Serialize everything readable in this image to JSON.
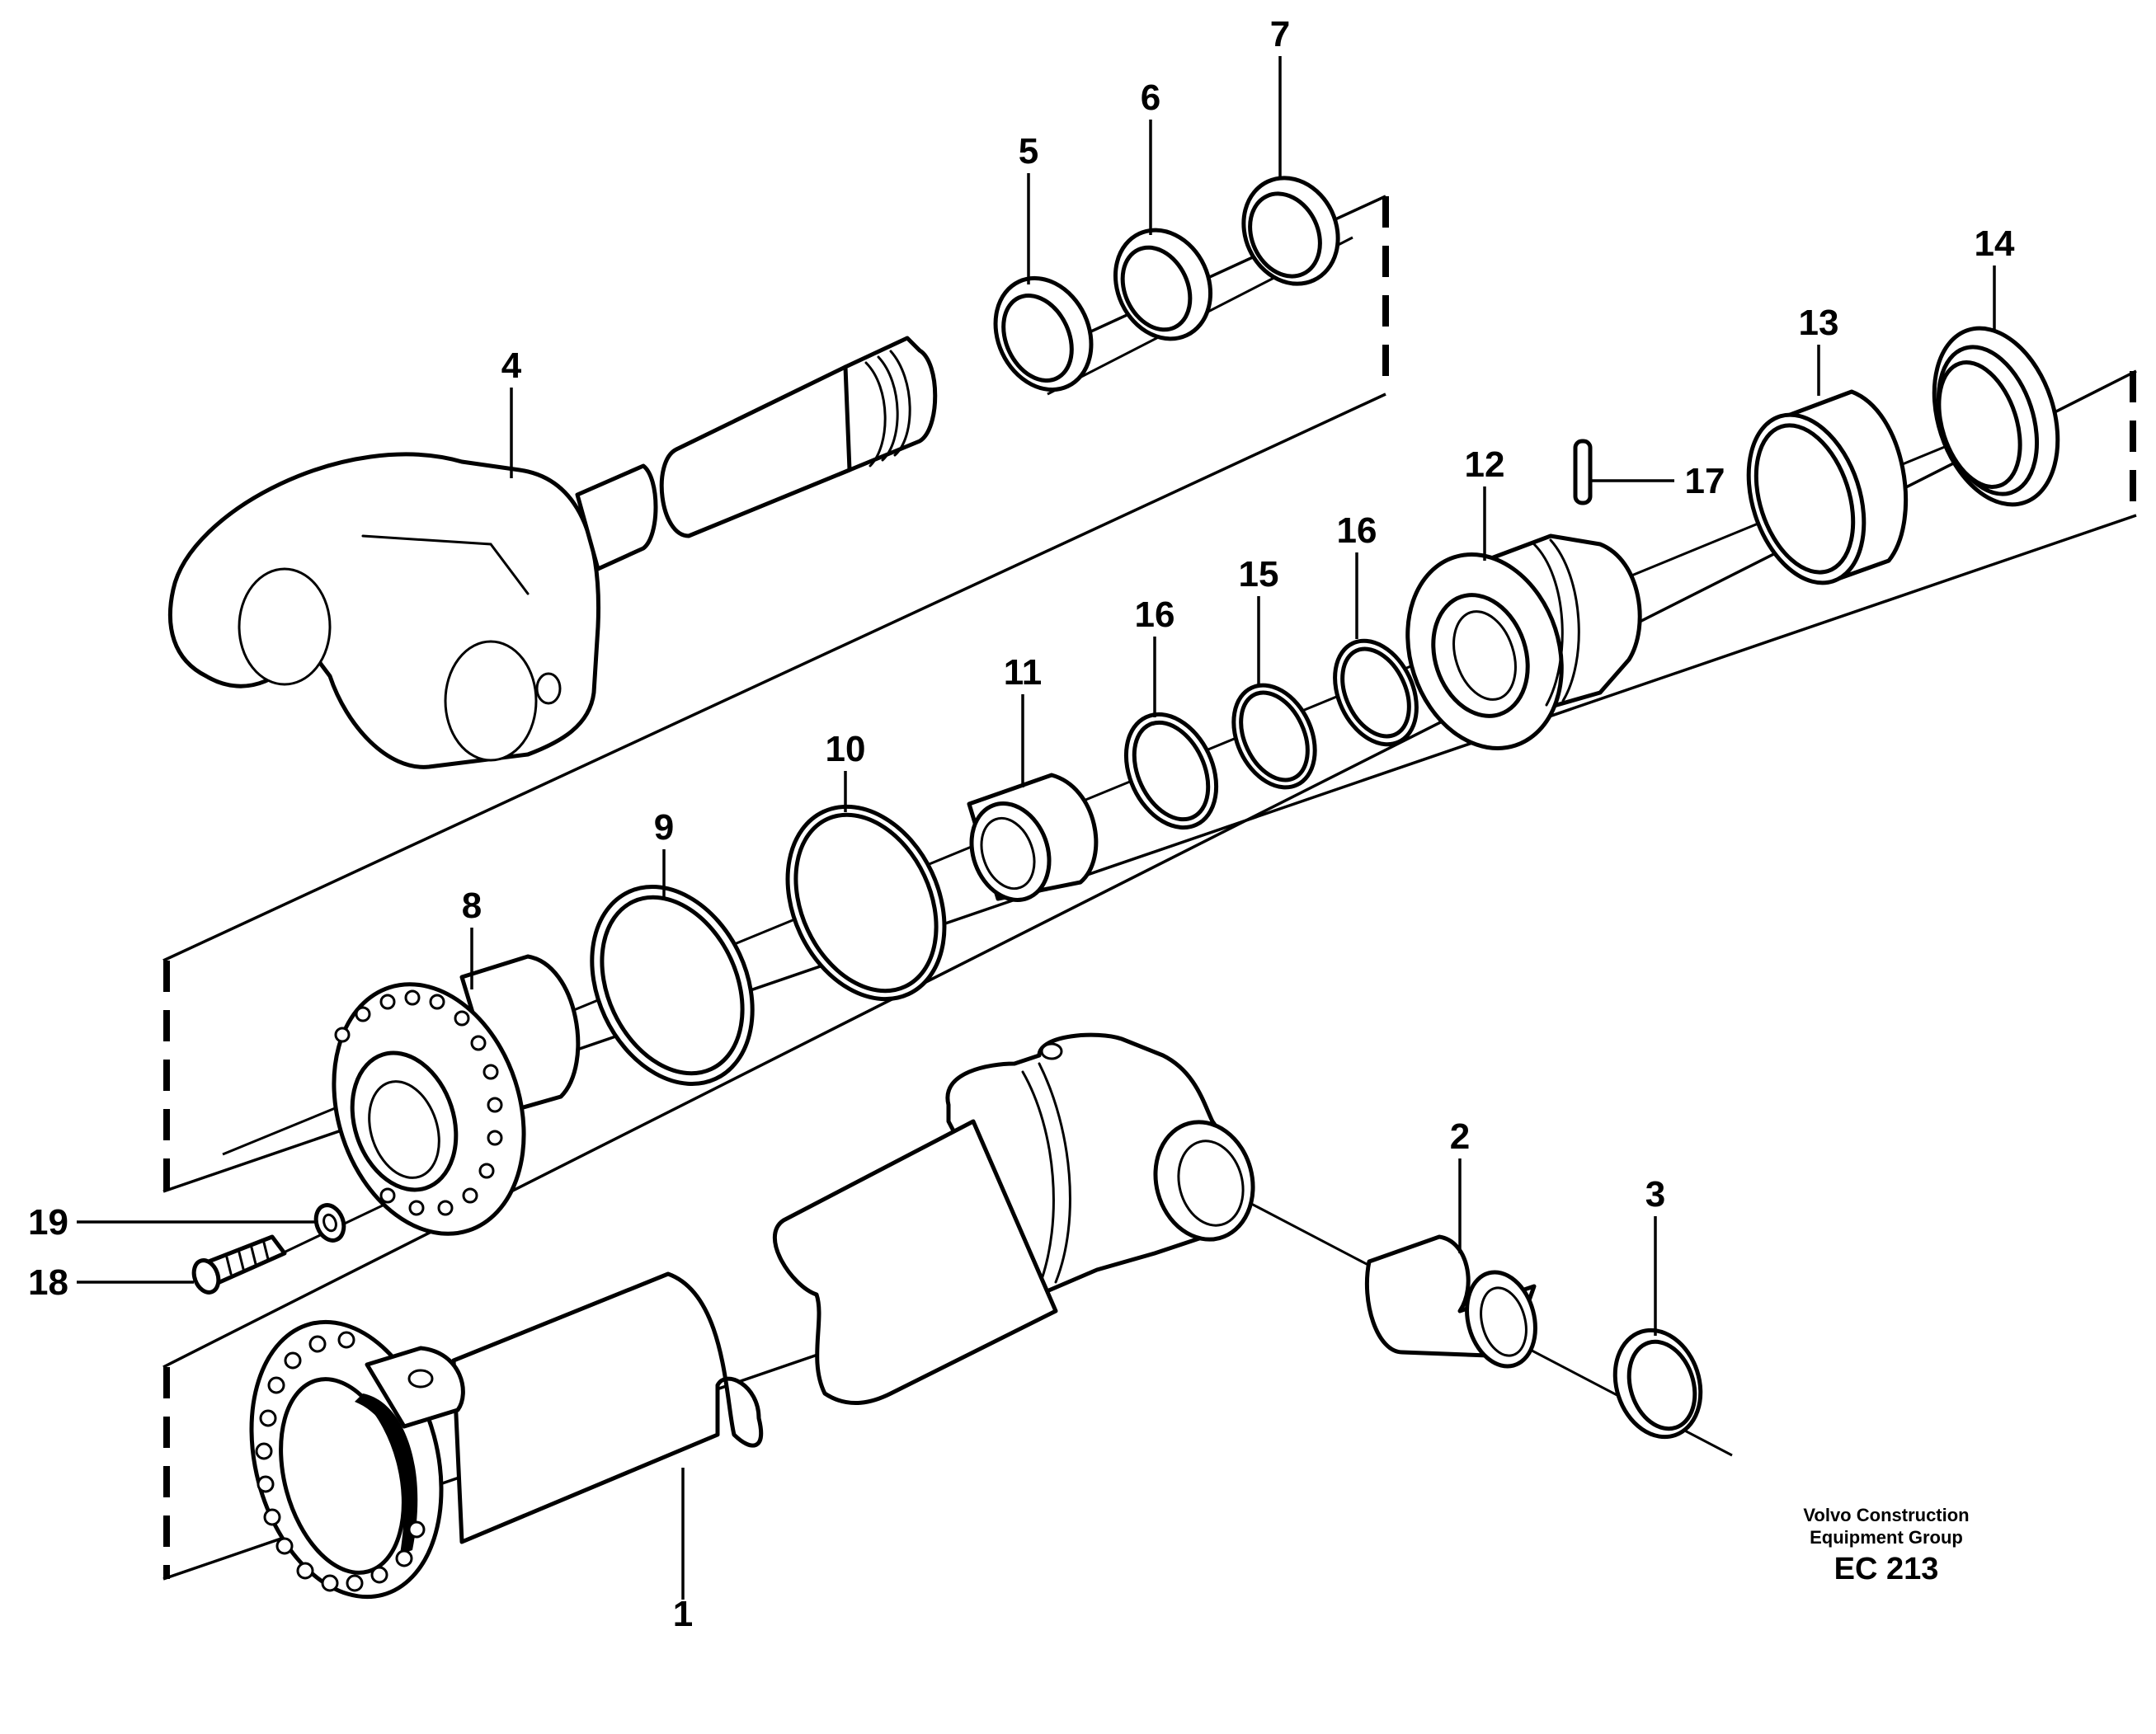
{
  "callouts": {
    "c1": "1",
    "c2": "2",
    "c3": "3",
    "c4": "4",
    "c5": "5",
    "c6": "6",
    "c7": "7",
    "c8": "8",
    "c9": "9",
    "c10": "10",
    "c11": "11",
    "c12": "12",
    "c13": "13",
    "c14": "14",
    "c15": "15",
    "c16a": "16",
    "c16b": "16",
    "c17": "17",
    "c18": "18",
    "c19": "19"
  },
  "credit": {
    "line1": "Volvo Construction",
    "line2": "Equipment Group",
    "code": "EC 213"
  }
}
